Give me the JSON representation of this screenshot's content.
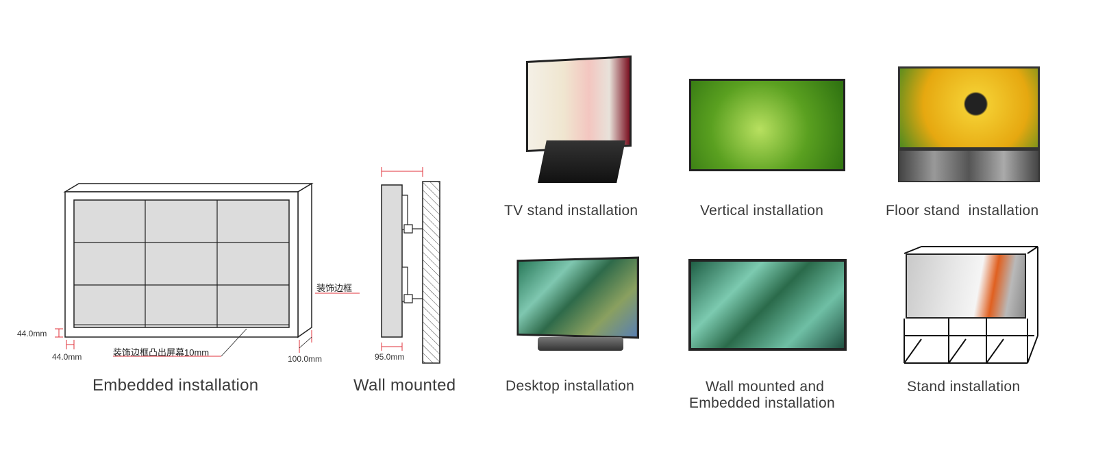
{
  "embedded": {
    "title": "Embedded installation",
    "frame_label": "装饰边框",
    "protrude_label": "装饰边框凸出屏幕10mm",
    "dim_top": "44.0mm",
    "dim_left": "44.0mm",
    "dim_depth": "100.0mm"
  },
  "wall": {
    "title": "Wall mounted",
    "dim_depth": "95.0mm"
  },
  "photos": [
    {
      "label": "TV stand installation"
    },
    {
      "label": "Vertical installation"
    },
    {
      "label": "Floor stand  installation"
    },
    {
      "label": "Desktop installation"
    },
    {
      "label_line1": "Wall mounted and",
      "label_line2": "Embedded installation"
    },
    {
      "label": "Stand installation"
    }
  ],
  "colors": {
    "dimension_red": "#e0303a",
    "panel_gray": "#dcdcdc"
  }
}
